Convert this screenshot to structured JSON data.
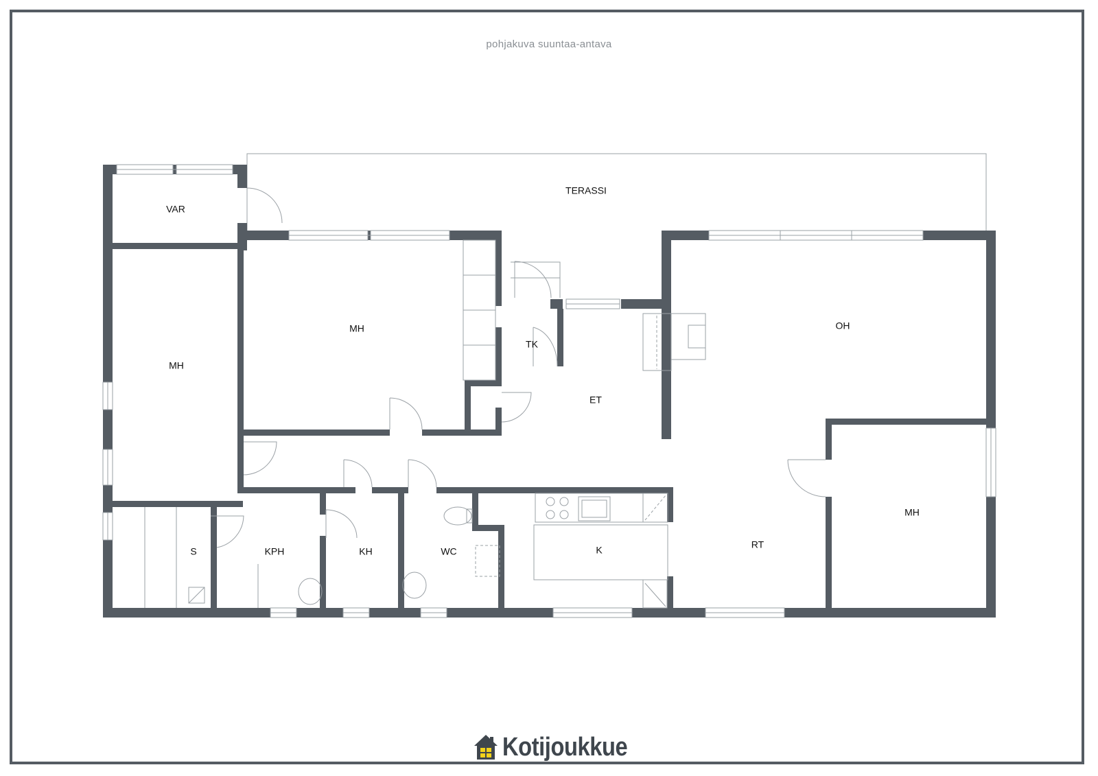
{
  "subtitle": "pohjakuva suuntaa-antava",
  "rooms": {
    "terassi": "TERASSI",
    "var": "VAR",
    "mh_west": "MH",
    "mh_center": "MH",
    "tk": "TK",
    "et": "ET",
    "oh": "OH",
    "mh_east": "MH",
    "s": "S",
    "kph": "KPH",
    "kh": "KH",
    "wc": "WC",
    "k": "K",
    "rt": "RT"
  },
  "brand": {
    "name": "Kotijoukkue",
    "icon": "house-icon",
    "color": "#3f464d",
    "accent": "#f2d21b"
  },
  "colors": {
    "wall": "#555c63",
    "line": "#9aa0a5",
    "frame": "#555c63"
  }
}
